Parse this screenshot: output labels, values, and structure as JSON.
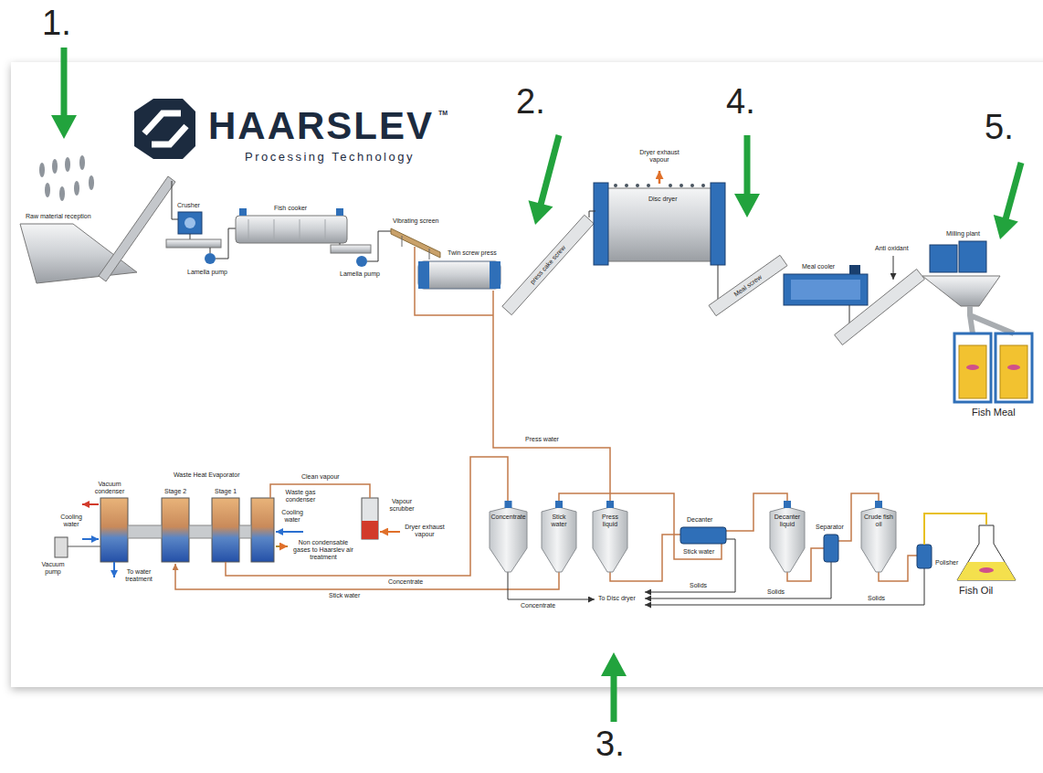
{
  "diagram": {
    "nodes": [
      {
        "text": [
          "Concentrate"
        ]
      },
      {
        "text": [
          "Stick water"
        ]
      },
      {
        "text": [
          "Press liquid"
        ]
      },
      {
        "text": [
          "Decanter liquid"
        ]
      },
      {
        "text": [
          "Crude fish oil"
        ]
      }
    ],
    "labels": [
      "1.",
      "HAARSLEV",
      "TM",
      "Processing Technology",
      "2.",
      "4.",
      "5.",
      "Raw material reception",
      "Crusher",
      "Lamella pump",
      "Fish cooker",
      "Lamella pump",
      "Vibrating screen",
      "Twin screw press",
      "press cake screw",
      "Dryer exhaust vapour",
      "Disc dryer",
      "Meal screw",
      "Meal cooler",
      "Anti oxidant",
      "Milling plant",
      "Fish Meal",
      "Waste Heat Evaporator",
      "Clean vapour",
      "Vacuum condenser",
      "Stage 2",
      "Stage 1",
      "Waste gas condenser",
      "Cooling water",
      "Cooling water",
      "Vacuum pump",
      "To water treatment",
      "Non condensable gases to Haarslev air treatment",
      "Vapour scrubber",
      "Dryer exhaust vapour",
      "Concentrate",
      "Stick water",
      "Press water",
      "Decanter",
      "Separator",
      "Polisher",
      "Fish Oil",
      "Stick water",
      "Solids",
      "Solids",
      "Solids",
      "Concentrate",
      "To Disc dryer",
      "3."
    ]
  }
}
